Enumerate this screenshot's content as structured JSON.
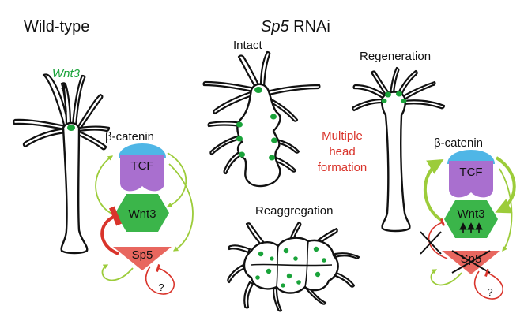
{
  "panels": {
    "wild_type": {
      "title": "Wild-type",
      "wnt3_gene": "Wnt3",
      "beta_catenin": "β-catenin",
      "tcf": "TCF",
      "wnt3": "Wnt3",
      "sp5": "Sp5",
      "unknown": "?"
    },
    "rnai": {
      "title_gene": "Sp5",
      "title_rest": " RNAi",
      "intact": "Intact",
      "regeneration": "Regeneration",
      "reaggregation": "Reaggregation",
      "phenotype": [
        "Multiple",
        "head",
        "formation"
      ],
      "beta_catenin": "β-catenin",
      "tcf": "TCF",
      "wnt3": "Wnt3",
      "sp5": "Sp5",
      "unknown": "?"
    }
  },
  "colors": {
    "green_dot": "#1aa33a",
    "wnt3_hex": "#3bb54a",
    "sp5_triangle": "#e8675f",
    "beta_catenin": "#4fb6e6",
    "tcf": "#a96fcf",
    "activation_arrow": "#9ccc3a",
    "repression": "#d9342b",
    "phenotype_text": "#d9342b",
    "wnt3_gene_text": "#1aa33a"
  }
}
